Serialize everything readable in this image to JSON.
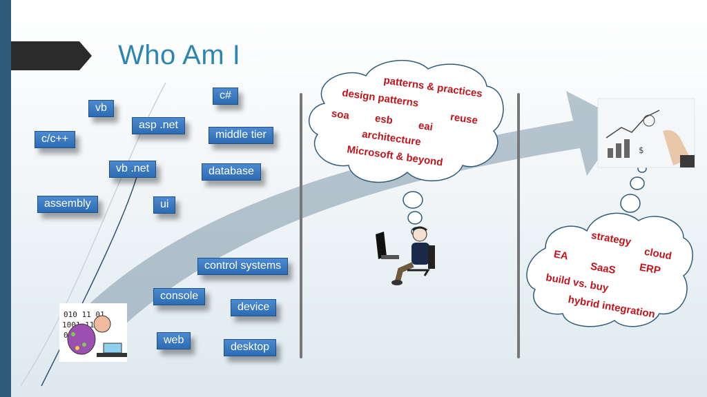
{
  "slide": {
    "title": "Who Am I"
  },
  "tags": [
    {
      "label": "vb"
    },
    {
      "label": "c/c++"
    },
    {
      "label": "asp .net"
    },
    {
      "label": "vb .net"
    },
    {
      "label": "assembly"
    },
    {
      "label": "ui"
    },
    {
      "label": "c#"
    },
    {
      "label": "middle tier"
    },
    {
      "label": "database"
    },
    {
      "label": "control systems"
    },
    {
      "label": "console"
    },
    {
      "label": "device"
    },
    {
      "label": "web"
    },
    {
      "label": "desktop"
    }
  ],
  "cloud_middle": {
    "items": [
      "patterns & practices",
      "design patterns",
      "soa",
      "esb",
      "eai",
      "reuse",
      "architecture",
      "Microsoft & beyond"
    ]
  },
  "cloud_right": {
    "items": [
      "strategy",
      "EA",
      "cloud",
      "SaaS",
      "ERP",
      "build vs. buy",
      "hybrid integration"
    ]
  },
  "colors": {
    "accent": "#2e86b0",
    "sidebar": "#2f5b78",
    "tag_fill": "#2c6cb4",
    "cloud_text": "#c0151b"
  }
}
